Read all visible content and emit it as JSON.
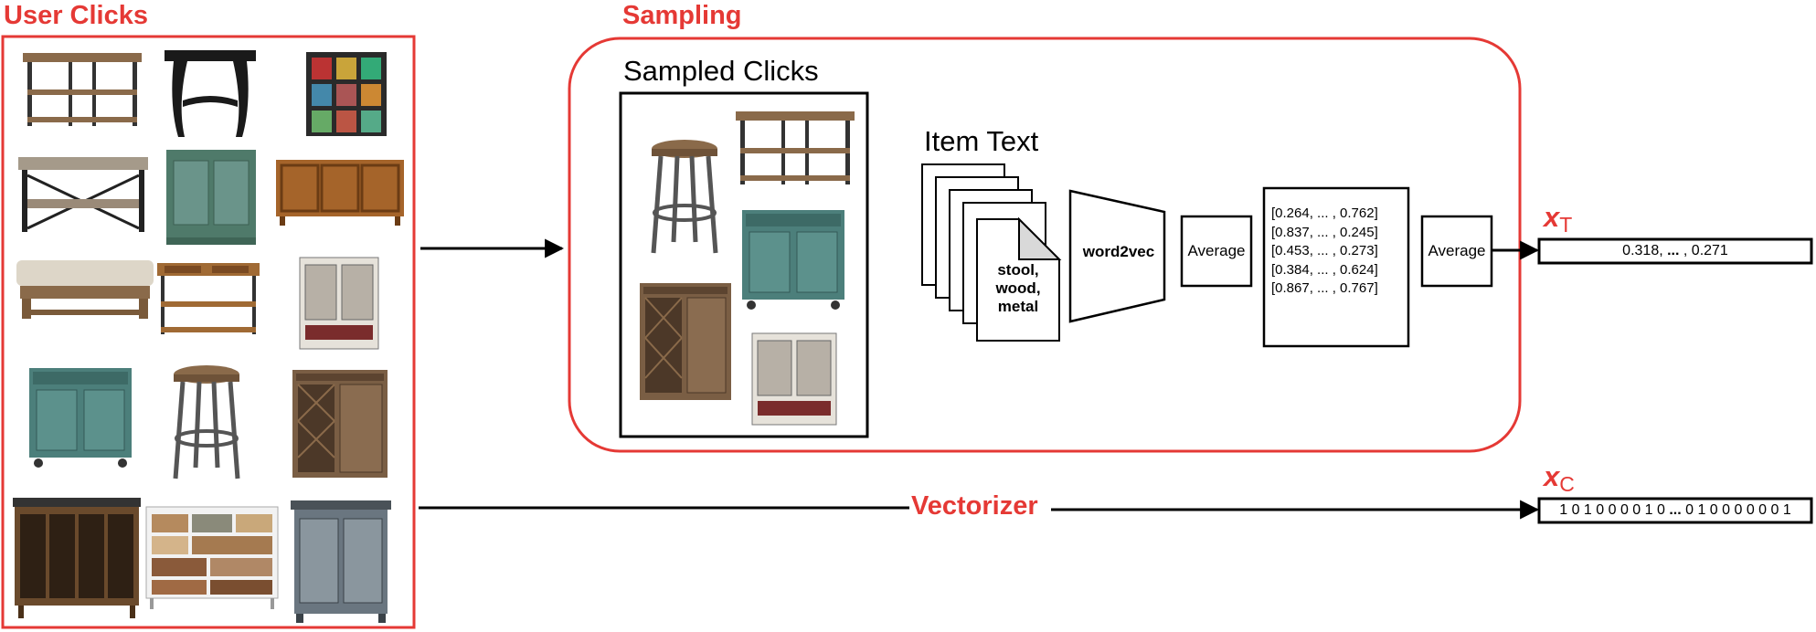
{
  "labels": {
    "user_clicks": "User Clicks",
    "sampling": "Sampling",
    "sampled_clicks": "Sampled Clicks",
    "item_text": "Item Text",
    "word2vec": "word2vec",
    "average_1": "Average",
    "average_2": "Average",
    "vectorizer": "Vectorizer"
  },
  "item_words": [
    "stool,",
    "wood,",
    "metal"
  ],
  "embedding_vectors": [
    "[0.264, ... , 0.762]",
    "[0.837, ... , 0.245]",
    "[0.453, ... , 0.273]",
    "[0.384, ... , 0.624]",
    "[0.867, ... , 0.767]"
  ],
  "outputs": {
    "x_t": {
      "var": "x",
      "sub": "T",
      "vector_start": "0.318, ",
      "vector_ellipsis": "...",
      "vector_end": " , 0.271"
    },
    "x_c": {
      "var": "x",
      "sub": "C",
      "vector_start": "1 0 1 0 0 0 0 1 0 ",
      "vector_ellipsis": "...",
      "vector_end": " 0 1 0 0 0 0 0 0 1"
    }
  },
  "colors": {
    "accent": "#e53935",
    "ink": "#000000"
  },
  "icons": {
    "user_clicks": [
      "console-table-icon",
      "end-table-icon",
      "drawer-chest-icon",
      "coffee-table-icon",
      "green-cabinet-icon",
      "wood-sideboard-icon",
      "tufted-bench-icon",
      "rustic-console-icon",
      "white-cabinet-icon",
      "teal-cabinet-icon",
      "bar-stool-icon",
      "wine-cabinet-icon",
      "dark-sideboard-icon",
      "dresser-icon",
      "grey-cabinet-icon"
    ],
    "sampled_clicks": [
      "bar-stool-icon",
      "console-table-icon",
      "green-cabinet-icon",
      "wine-cabinet-icon",
      "white-cabinet-icon"
    ]
  }
}
